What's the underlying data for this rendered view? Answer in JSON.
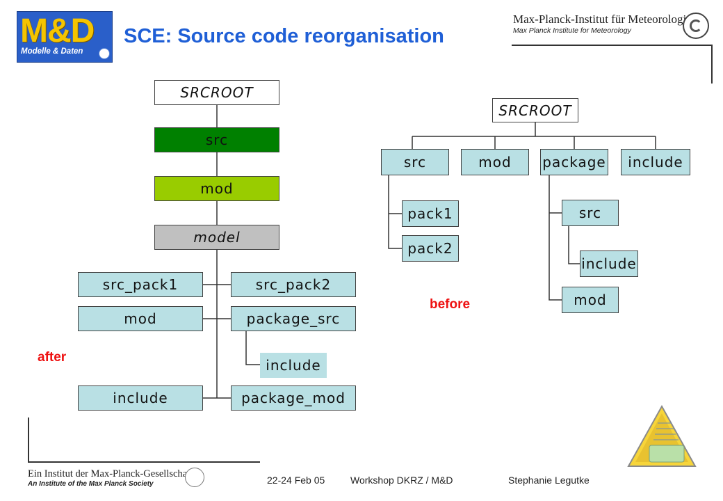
{
  "header": {
    "title": "SCE: Source code reorganisation",
    "logo_big": "M&D",
    "logo_small": "Modelle & Daten",
    "institute_name": "Max-Planck-Institut für Meteorologie",
    "institute_name_en": "Max Planck Institute for Meteorology"
  },
  "diagram_after": {
    "label": "after",
    "nodes": {
      "root": "SRCROOT",
      "src": "src",
      "mod": "mod",
      "model": "model",
      "src_pack1": "src_pack1",
      "src_pack2": "src_pack2",
      "mod2": "mod",
      "package_src": "package_src",
      "include_inner": "include",
      "include": "include",
      "package_mod": "package_mod"
    }
  },
  "diagram_before": {
    "label": "before",
    "nodes": {
      "root": "SRCROOT",
      "src": "src",
      "mod": "mod",
      "package": "package",
      "include": "include",
      "pack1": "pack1",
      "pack2": "pack2",
      "pkg_src": "src",
      "pkg_include": "include",
      "pkg_mod": "mod"
    }
  },
  "footer": {
    "institute": "Ein Institut der Max-Planck-Gesellschaft",
    "institute_en": "An Institute of the Max Planck Society",
    "date": "22-24 Feb 05",
    "event": "Workshop DKRZ / M&D",
    "author": "Stephanie Legutke"
  },
  "colors": {
    "title": "#1f5fd6",
    "node_light": "#b9e0e4",
    "node_src_green": "#008000",
    "node_mod_green": "#99cc00",
    "node_model_grey": "#c0c0c0",
    "label_red": "#ee1111"
  }
}
